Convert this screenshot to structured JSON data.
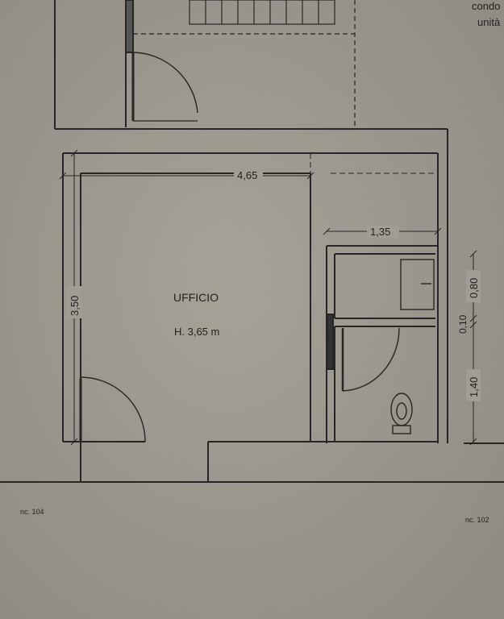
{
  "labels": {
    "corner_top": "condo",
    "corner_bottom": "unità",
    "room_name": "UFFICIO",
    "room_height": "H. 3,65 m",
    "left_parcel": "nc. 104",
    "right_parcel": "nc. 102"
  },
  "dimensions": {
    "office_width": "4,65",
    "office_depth": "3,50",
    "bath_width": "1,35",
    "antibath_depth": "0,80",
    "wall_gap": "0,10",
    "bath_depth": "1,40"
  }
}
